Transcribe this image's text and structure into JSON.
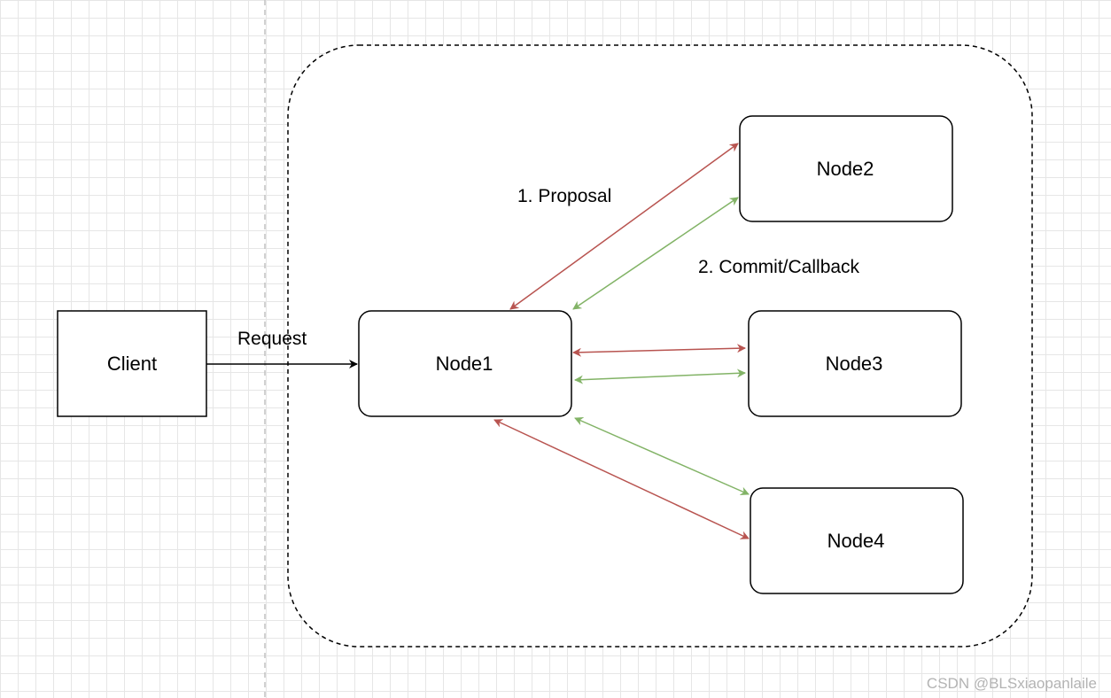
{
  "diagram": {
    "nodes": {
      "client": "Client",
      "node1": "Node1",
      "node2": "Node2",
      "node3": "Node3",
      "node4": "Node4"
    },
    "edge_labels": {
      "request": "Request",
      "proposal": "1. Proposal",
      "commit": "2. Commit/Callback"
    },
    "colors": {
      "proposal_arrow": "#b85450",
      "commit_arrow": "#82b366",
      "request_arrow": "#000000",
      "divider": "#c2c2c2"
    }
  },
  "watermark": "CSDN @BLSxiaopanlaile"
}
